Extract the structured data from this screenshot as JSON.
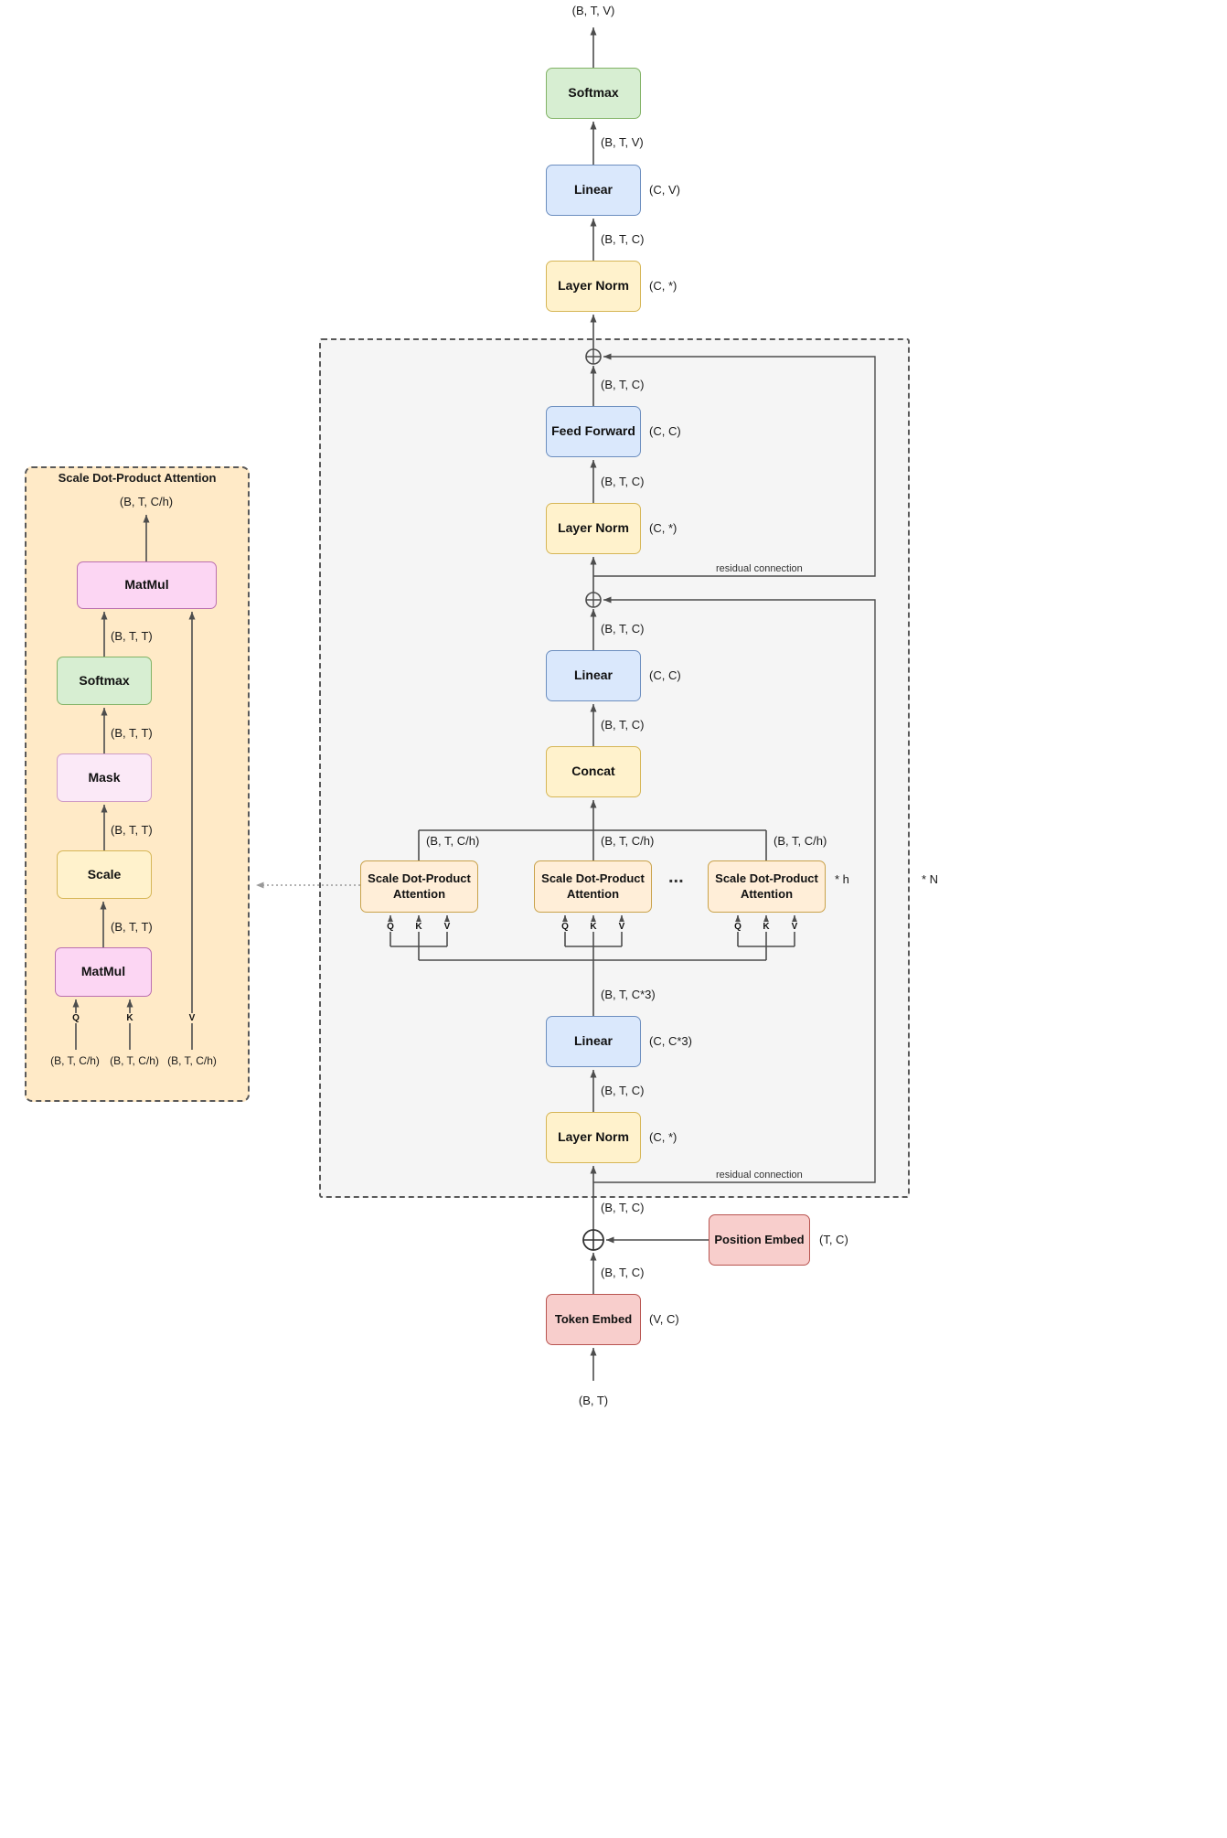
{
  "panel": {
    "title": "Scale Dot-Product Attention"
  },
  "nodes": {
    "softmax": "Softmax",
    "linear": "Linear",
    "layer_norm": "Layer Norm",
    "feed_forward": "Feed Forward",
    "concat": "Concat",
    "attention": "Scale Dot-Product Attention",
    "token_embed": "Token Embed",
    "position_embed": "Position Embed",
    "matmul": "MatMul",
    "mask": "Mask",
    "scale": "Scale"
  },
  "labels": {
    "btv": "(B, T, V)",
    "btc": "(B, T, C)",
    "btc3": "(B, T, C*3)",
    "btch": "(B, T, C/h)",
    "btt": "(B, T, T)",
    "bt": "(B, T)"
  },
  "dims": {
    "cv": "(C, V)",
    "cstar": "(C, *)",
    "cc": "(C, C)",
    "cc3": "(C, C*3)",
    "tc": "(T, C)",
    "vc": "(V, C)"
  },
  "annotations": {
    "residual": "residual connection",
    "times_h": "* h",
    "times_n": "* N",
    "ellipsis": "...",
    "q": "Q",
    "k": "K",
    "v": "V"
  },
  "palette": {
    "green_fill": "#d7eed2",
    "green_stroke": "#82b366",
    "blue_fill": "#dae8fc",
    "blue_stroke": "#6c8ebf",
    "yellow_fill": "#fff2cc",
    "yellow_stroke": "#d6b656",
    "red_fill": "#f8cecc",
    "red_stroke": "#b85450",
    "tan_fill": "#ffeed8",
    "tan_stroke": "#c9a24a",
    "pink_fill": "#fcd6f3",
    "pink_stroke": "#bb6fb0",
    "palepink_fill": "#fbe9f7",
    "palepink_stroke": "#cf9cc6",
    "block_fill": "#f5f5f5",
    "panel_fill": "#ffeac7",
    "line": "#4d4d4d"
  }
}
